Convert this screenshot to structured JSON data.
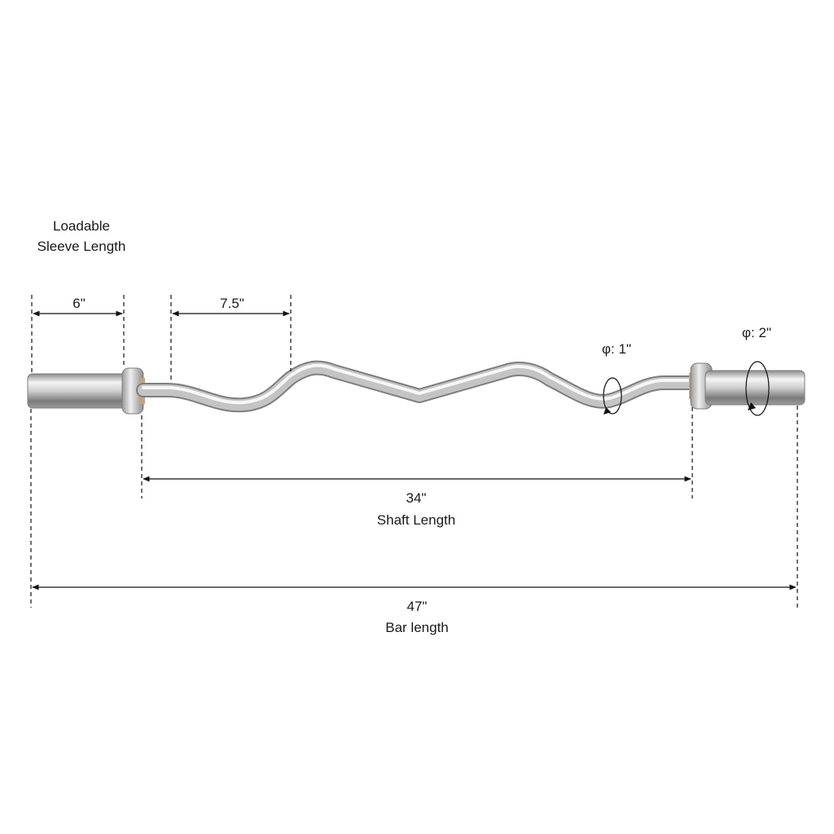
{
  "labels": {
    "sleeve_title_line1": "Loadable",
    "sleeve_title_line2": "Sleeve Length",
    "sleeve_length": "6\"",
    "grip_length": "7.5\"",
    "shaft_diameter": "φ: 1\"",
    "sleeve_diameter": "φ: 2\"",
    "shaft_length_value": "34\"",
    "shaft_length_title": "Shaft Length",
    "bar_length_value": "47\"",
    "bar_length_title": "Bar length"
  },
  "colors": {
    "text": "#1a1a1a",
    "steel_light": "#f2f2f2",
    "steel_mid": "#b9b9b9",
    "steel_dark": "#6e6e6e",
    "collar_bronze": "#c9a27a"
  }
}
